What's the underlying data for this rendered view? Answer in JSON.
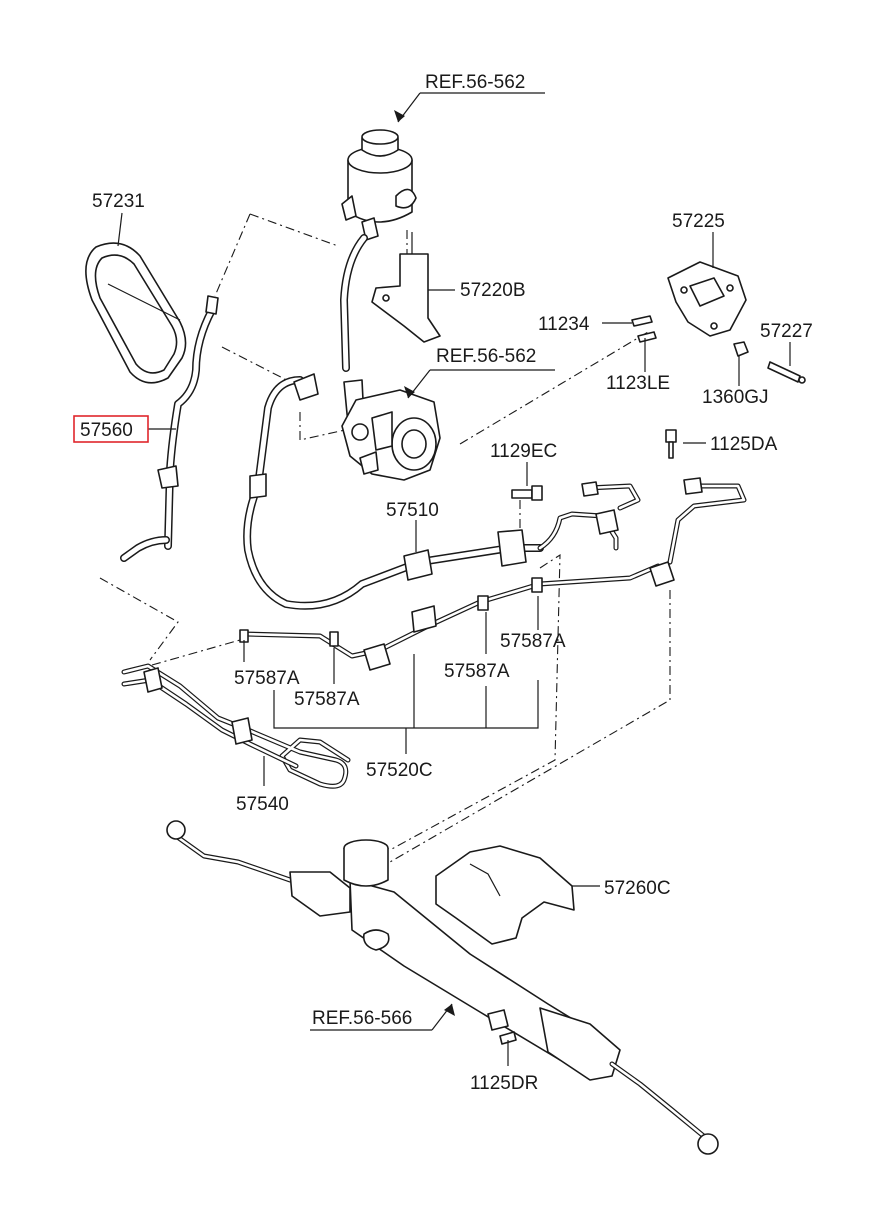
{
  "labels": {
    "ref_reservoir": "REF.56-562",
    "ref_pump": "REF.56-562",
    "ref_gear": "REF.56-566",
    "belt": "57231",
    "return_hose": "57560",
    "reservoir_bracket": "57220B",
    "pump_bracket": "57225",
    "bolt_11234": "11234",
    "bolt_1123le": "1123LE",
    "bolt_57227": "57227",
    "nut_1360gj": "1360GJ",
    "bolt_1125da": "1125DA",
    "bolt_1129ec": "1129EC",
    "pressure_hose": "57510",
    "clamp_a1": "57587A",
    "clamp_a2": "57587A",
    "clamp_a3": "57587A",
    "clamp_a4": "57587A",
    "tube_assy": "57520C",
    "cooler_tube": "57540",
    "heat_protector": "57260C",
    "bolt_1125dr": "1125DR"
  },
  "highlight_color": "#e0262c",
  "line_color": "#1a1a1a"
}
